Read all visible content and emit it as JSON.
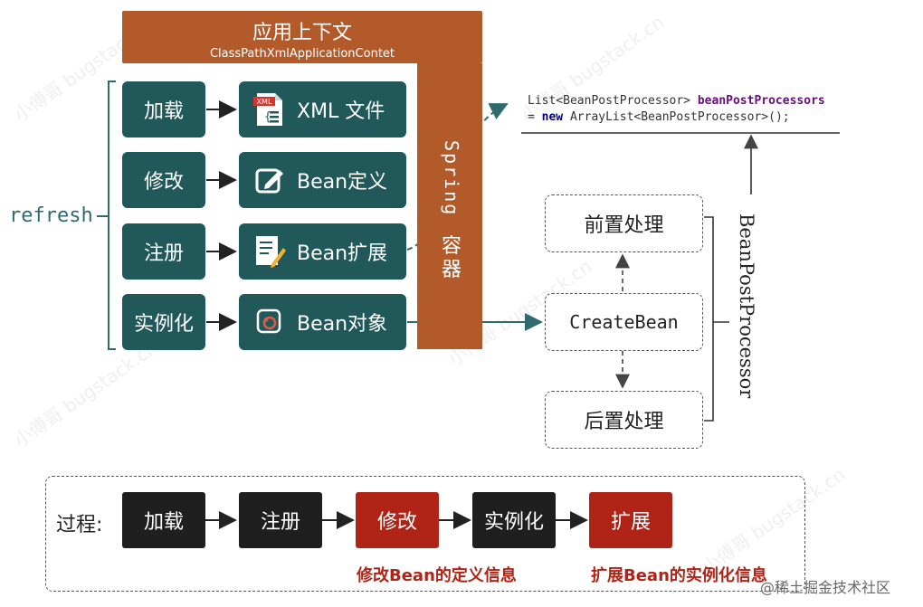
{
  "context": {
    "title": "应用上下文",
    "subtitle": "ClassPathXmlApplicationContet"
  },
  "refresh_label": "refresh",
  "steps": [
    {
      "label": "加载",
      "target": "XML 文件",
      "icon": "xml-file-icon"
    },
    {
      "label": "修改",
      "target": "Bean定义",
      "icon": "edit-icon"
    },
    {
      "label": "注册",
      "target": "Bean扩展",
      "icon": "document-pencil-icon"
    },
    {
      "label": "实例化",
      "target": "Bean对象",
      "icon": "refresh-icon"
    }
  ],
  "container": {
    "name": "Spring",
    "suffix": "容器"
  },
  "code": {
    "line1_prefix": "List<BeanPostProcessor> ",
    "line1_field": "beanPostProcessors",
    "line2_prefix": "= ",
    "line2_keyword": "new",
    "line2_rest": " ArrayList<BeanPostProcessor>();"
  },
  "flow": {
    "before": "前置处理",
    "create": "CreateBean",
    "after": "后置处理",
    "processor": "BeanPostProcessor"
  },
  "process": {
    "label": "过程:",
    "steps": [
      {
        "label": "加载",
        "style": "black"
      },
      {
        "label": "注册",
        "style": "black"
      },
      {
        "label": "修改",
        "style": "red"
      },
      {
        "label": "实例化",
        "style": "black"
      },
      {
        "label": "扩展",
        "style": "red"
      }
    ],
    "notes": [
      "修改Bean的定义信息",
      "扩展Bean的实例化信息"
    ]
  },
  "watermark": {
    "text": "小傅哥 bugstack.cn",
    "site": "@稀土掘金技术社区"
  },
  "colors": {
    "teal": "#21585a",
    "orange": "#b35a2b",
    "red": "#b02418",
    "black": "#1f1f1f"
  }
}
